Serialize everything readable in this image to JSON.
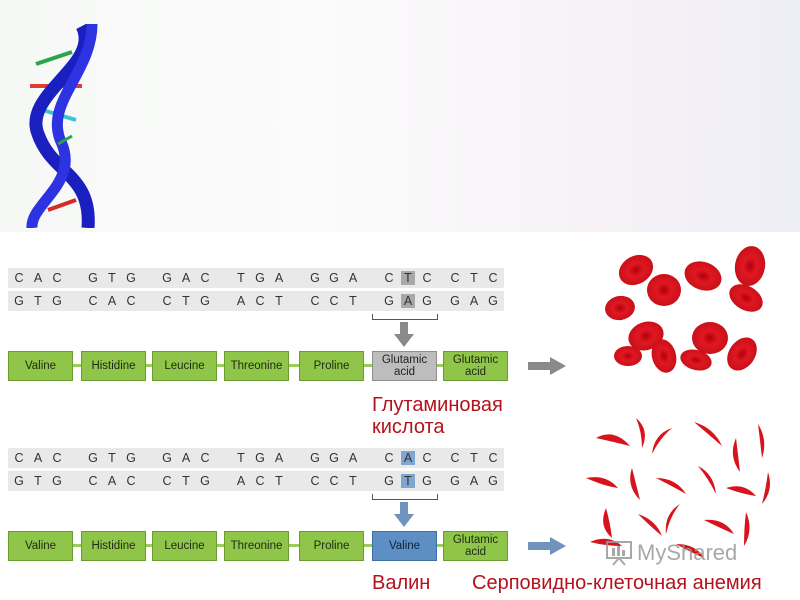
{
  "normal": {
    "top_strand": [
      [
        "C",
        "A",
        "C"
      ],
      [
        "G",
        "T",
        "G"
      ],
      [
        "G",
        "A",
        "C"
      ],
      [
        "T",
        "G",
        "A"
      ],
      [
        "G",
        "G",
        "A"
      ],
      [
        "C",
        "T",
        "C"
      ],
      [
        "C",
        "T",
        "C"
      ]
    ],
    "bottom_strand": [
      [
        "G",
        "T",
        "G"
      ],
      [
        "C",
        "A",
        "C"
      ],
      [
        "C",
        "T",
        "G"
      ],
      [
        "A",
        "C",
        "T"
      ],
      [
        "C",
        "C",
        "T"
      ],
      [
        "G",
        "A",
        "G"
      ],
      [
        "G",
        "A",
        "G"
      ]
    ],
    "amino_acids": [
      "Valine",
      "Histidine",
      "Leucine",
      "Threonine",
      "Proline",
      "Glutamic acid",
      "Glutamic acid"
    ],
    "label_line1": "Глутаминовая",
    "label_line2": "кислота"
  },
  "mutant": {
    "top_strand": [
      [
        "C",
        "A",
        "C"
      ],
      [
        "G",
        "T",
        "G"
      ],
      [
        "G",
        "A",
        "C"
      ],
      [
        "T",
        "G",
        "A"
      ],
      [
        "G",
        "G",
        "A"
      ],
      [
        "C",
        "A",
        "C"
      ],
      [
        "C",
        "T",
        "C"
      ]
    ],
    "bottom_strand": [
      [
        "G",
        "T",
        "G"
      ],
      [
        "C",
        "A",
        "C"
      ],
      [
        "C",
        "T",
        "G"
      ],
      [
        "A",
        "C",
        "T"
      ],
      [
        "C",
        "C",
        "T"
      ],
      [
        "G",
        "T",
        "G"
      ],
      [
        "G",
        "A",
        "G"
      ]
    ],
    "amino_acids": [
      "Valine",
      "Histidine",
      "Leucine",
      "Threonine",
      "Proline",
      "Valine",
      "Glutamic acid"
    ],
    "label": "Валин",
    "disease_label": "Серповидно-клеточная анемия"
  },
  "watermark": "MyShared",
  "colors": {
    "amino_green": "#8fc64a",
    "highlight_gray": "#a9a9a9",
    "highlight_blue": "#7fa6d0",
    "label_red": "#b3121c",
    "cell_red": "#d7141e"
  }
}
